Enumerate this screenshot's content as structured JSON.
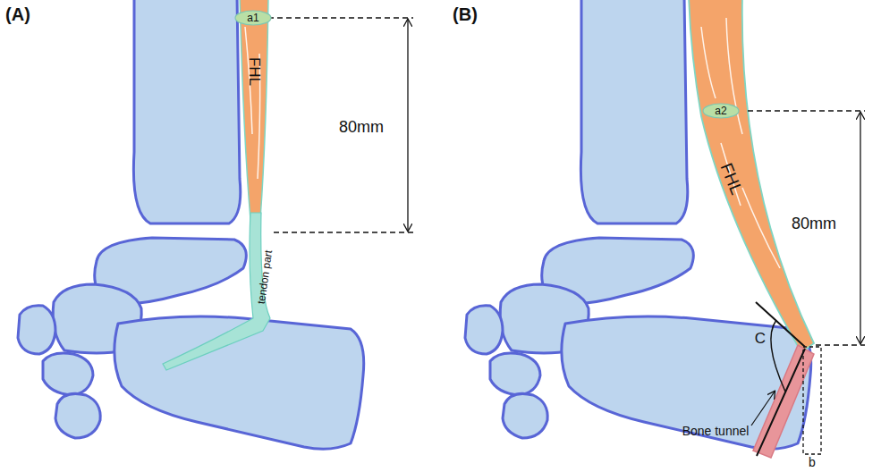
{
  "diagram": {
    "nodes": [
      {
        "text": [
          "a1"
        ]
      },
      {
        "text": [
          "a2"
        ]
      }
    ],
    "labels": [
      "(A)",
      "(B)",
      "FHL",
      "80mm",
      "tendon part",
      "FHL",
      "80mm",
      "C",
      "Bone tunnel",
      "b"
    ]
  }
}
